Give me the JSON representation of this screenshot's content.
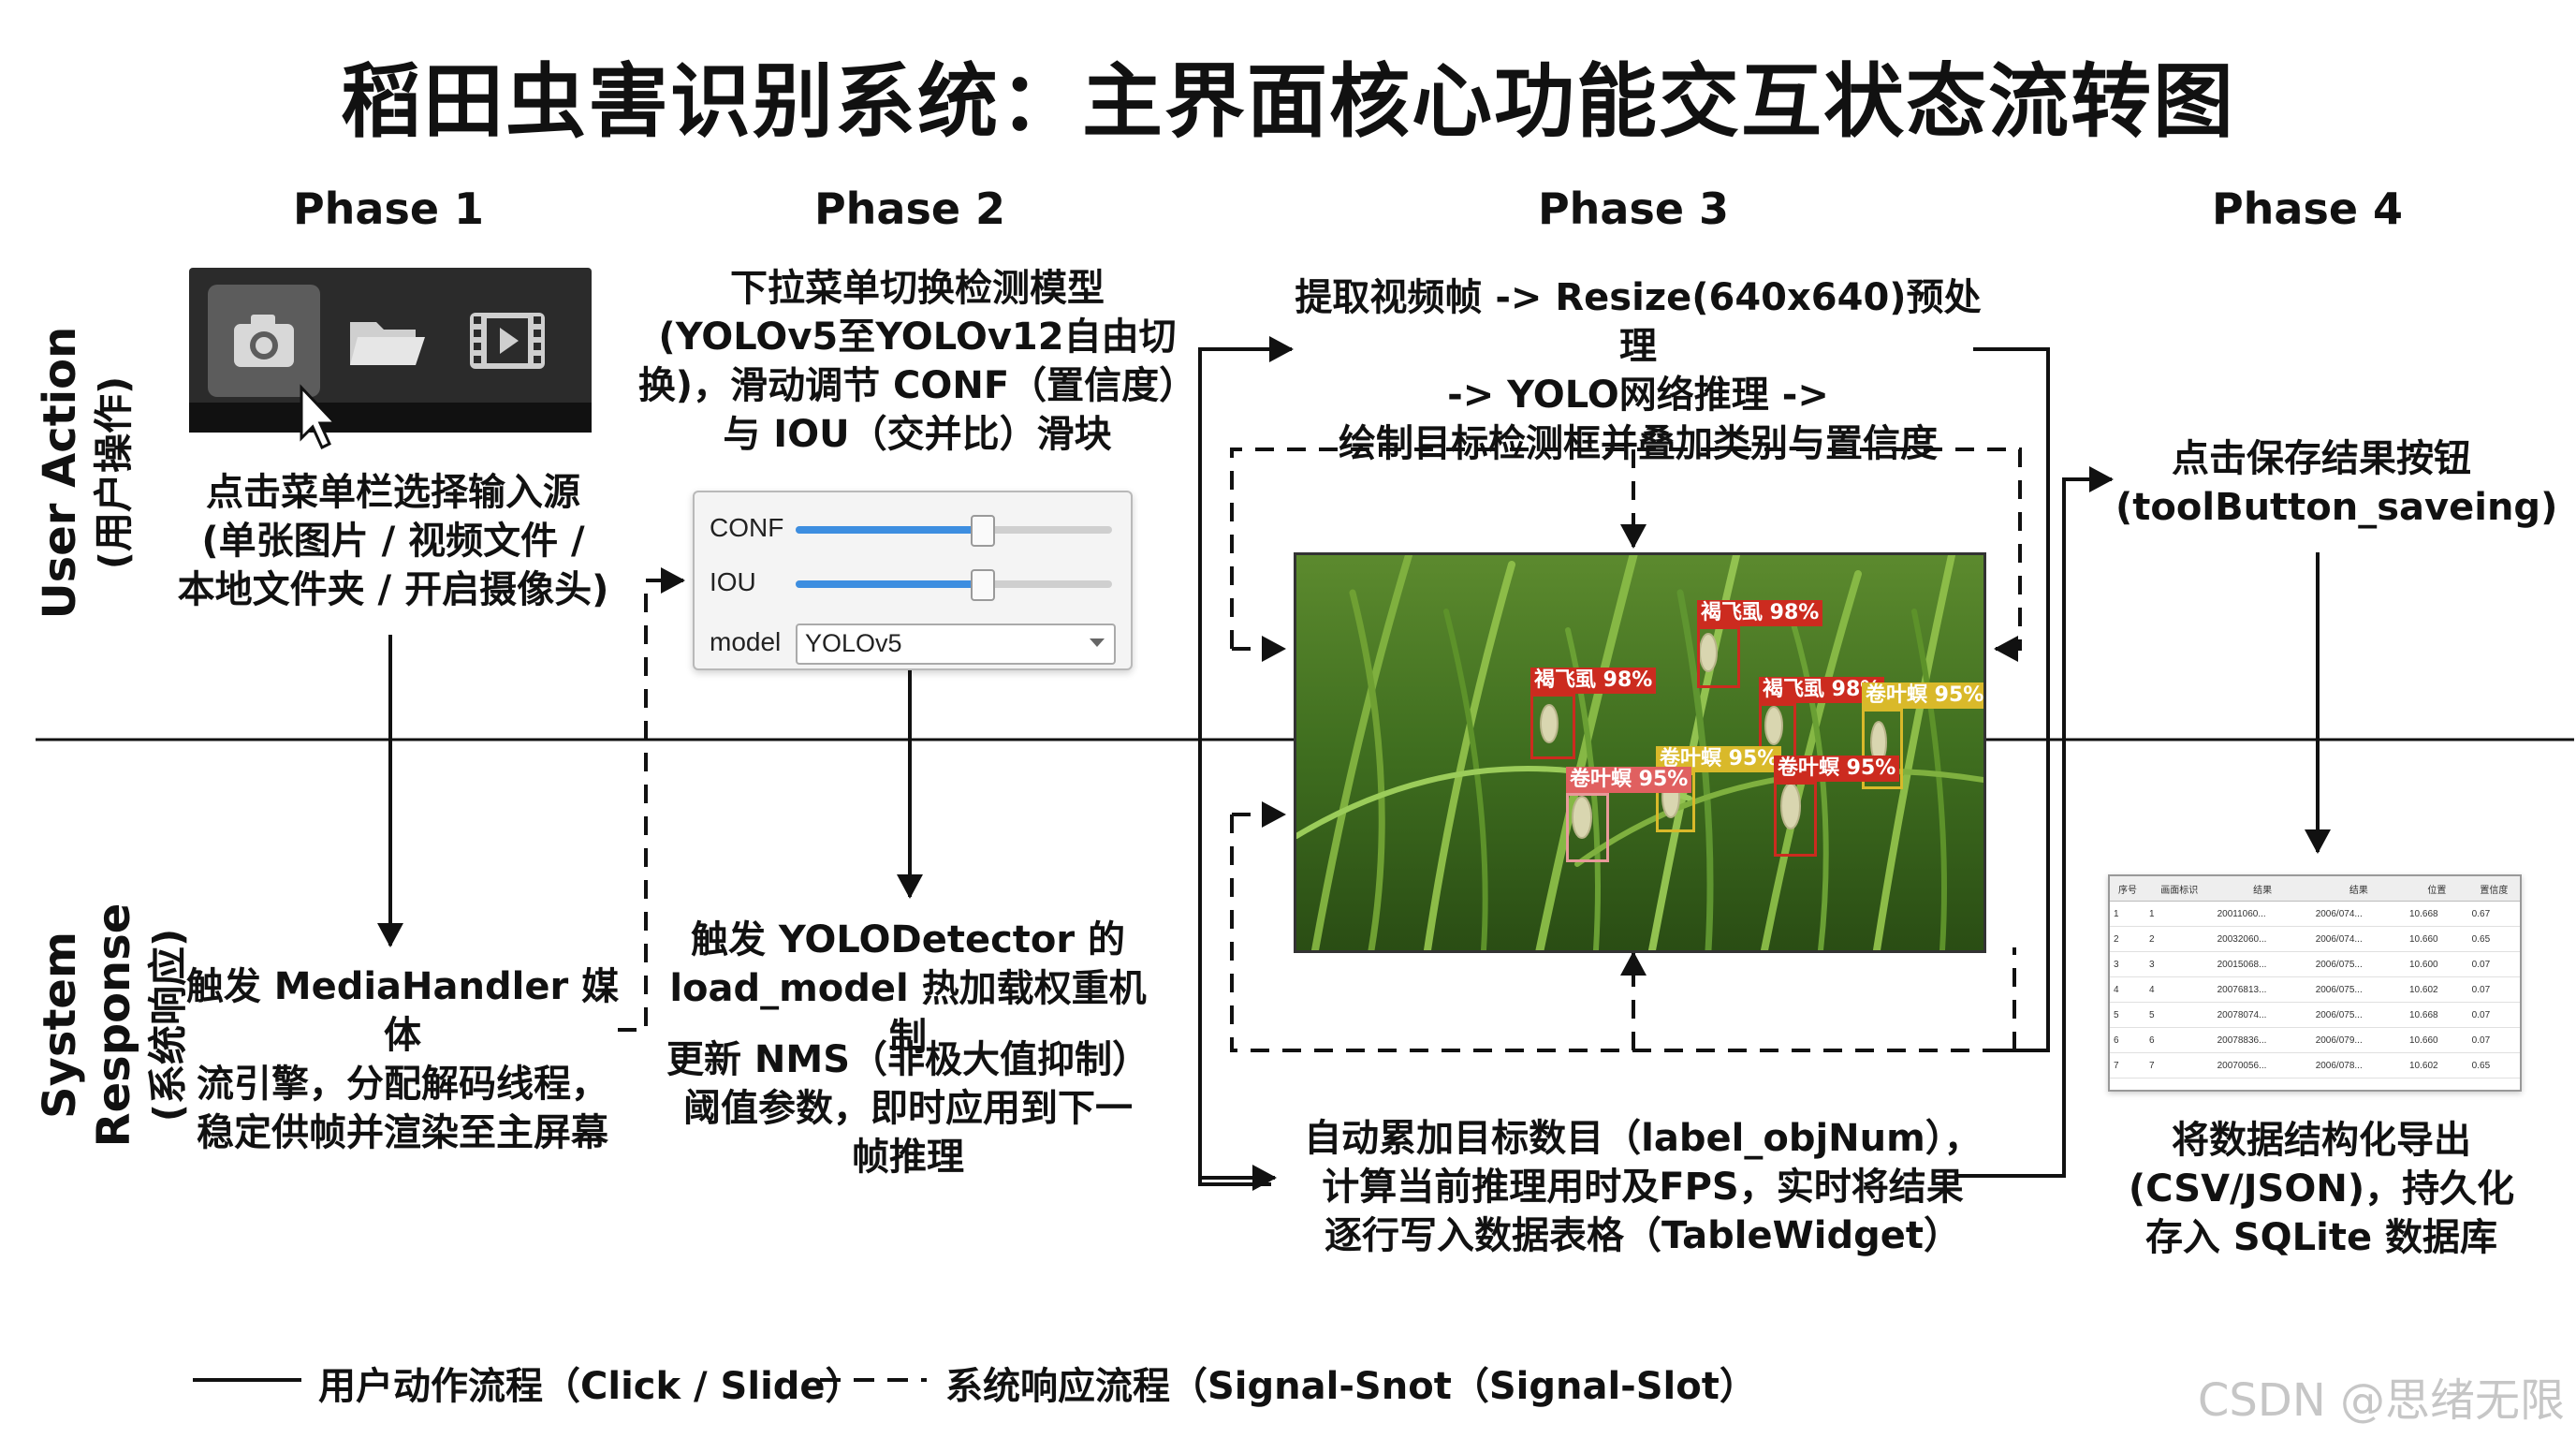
{
  "title": "稻田虫害识别系统：主界面核心功能交互状态流转图",
  "phases": [
    "Phase 1",
    "Phase 2",
    "Phase 3",
    "Phase 4"
  ],
  "rows": {
    "user": {
      "title": "User Action",
      "subtitle": "(用户操作)"
    },
    "system": {
      "title": "System Response",
      "subtitle": "(系统响应)"
    }
  },
  "phase1": {
    "toolbar_icons": [
      "camera-icon",
      "folder-icon",
      "video-file-icon"
    ],
    "user_text": [
      "点击菜单栏选择输入源",
      "(单张图片 / 视频文件 /",
      "本地文件夹 / 开启摄像头)"
    ],
    "system_text": [
      "触发 MediaHandler 媒体",
      "流引擎，分配解码线程，",
      "稳定供帧并渲染至主屏幕"
    ]
  },
  "phase2": {
    "user_text": [
      "下拉菜单切换检测模型",
      "(YOLOv5至YOLOv12自由切",
      "换)，滑动调节 CONF（置信度）",
      "与 IOU（交并比）滑块"
    ],
    "panel": {
      "conf_label": "CONF",
      "conf_value": 0.59,
      "iou_label": "IOU",
      "iou_value": 0.59,
      "model_label": "model",
      "model_value": "YOLOv5"
    },
    "system_text_1": [
      "触发 YOLODetector 的",
      "load_model 热加载权重机制"
    ],
    "system_text_2": [
      "更新 NMS（非极大值抑制）",
      "阈值参数，即时应用到下一",
      "帧推理"
    ]
  },
  "phase3": {
    "user_text": [
      "提取视频帧 -> Resize(640x640)预处理",
      "-> YOLO网络推理 ->",
      "绘制目标检测框并叠加类别与置信度"
    ],
    "detections": [
      "褐飞虱 98%",
      "褐飞虱 98%",
      "褐飞虱 98%",
      "卷叶螟 95%",
      "卷叶螟 95%",
      "卷叶螟 95%",
      "卷叶螟 95%"
    ],
    "system_text": [
      "自动累加目标数目（label_objNum），",
      "计算当前推理用时及FPS，实时将结果",
      "逐行写入数据表格（TableWidget）"
    ]
  },
  "phase4": {
    "user_text": [
      "点击保存结果按钮",
      "(toolButton_saveing)"
    ],
    "table": {
      "headers": [
        "序号",
        "画面标识",
        "结果",
        "结果",
        "位置",
        "置信度"
      ],
      "rows": [
        [
          "1",
          "1",
          "20011060...",
          "2006/074...",
          "10.668",
          "0.67"
        ],
        [
          "2",
          "2",
          "20032060...",
          "2006/074...",
          "10.660",
          "0.65"
        ],
        [
          "3",
          "3",
          "20015068...",
          "2006/075...",
          "10.600",
          "0.07"
        ],
        [
          "4",
          "4",
          "20076813...",
          "2006/075...",
          "10.602",
          "0.07"
        ],
        [
          "5",
          "5",
          "20078074...",
          "2006/075...",
          "10.668",
          "0.07"
        ],
        [
          "6",
          "6",
          "20078836...",
          "2006/079...",
          "10.660",
          "0.07"
        ],
        [
          "7",
          "7",
          "20070056...",
          "2006/078...",
          "10.602",
          "0.65"
        ]
      ]
    },
    "system_text": [
      "将数据结构化导出",
      "(CSV/JSON)，持久化",
      "存入 SQLite 数据库"
    ]
  },
  "legend": {
    "solid": "用户动作流程（Click / Slide）",
    "dashed": "系统响应流程（Signal-Snot（Signal-Slot）"
  },
  "watermark": "CSDN @思绪无限"
}
